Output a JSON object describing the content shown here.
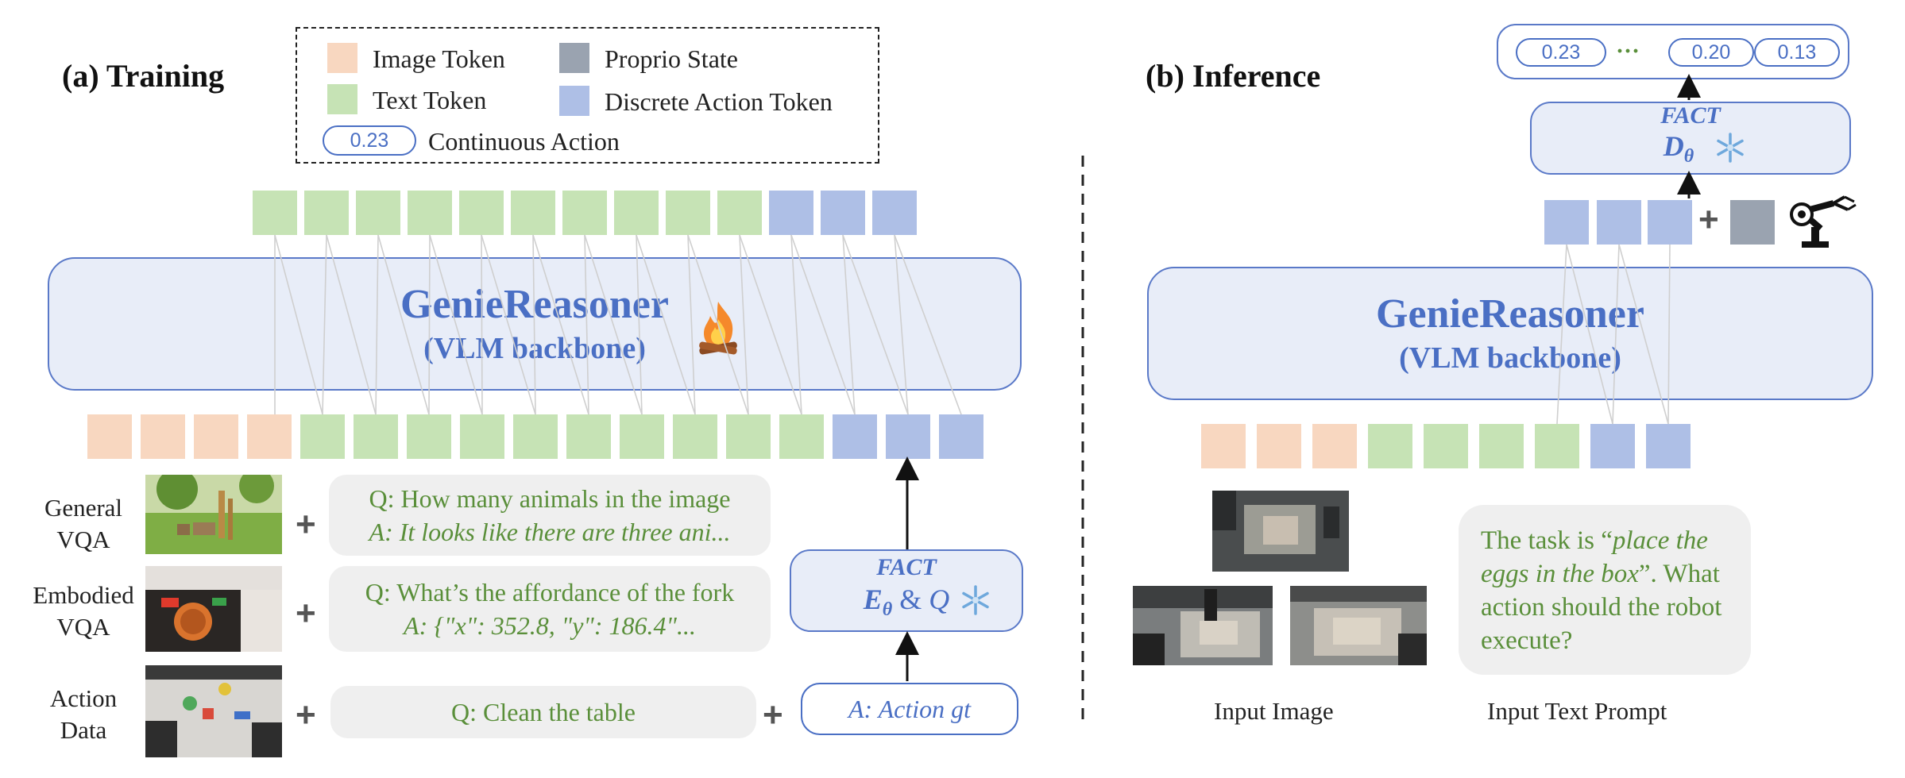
{
  "training": {
    "title": "(a) Training",
    "backbone_title": "GenieReasoner",
    "backbone_subtitle": "(VLM backbone)",
    "rows": [
      {
        "label": "General\nVQA",
        "q": "Q: How many animals in the image",
        "a": "A: It looks like there are three ani..."
      },
      {
        "label": "Embodied\nVQA",
        "q": "Q: What’s the affordance of the fork",
        "a": "A: {\"x\": 352.8, \"y\": 186.4\"..."
      },
      {
        "label": "Action\nData",
        "q": "Q: Clean the table",
        "a": ""
      }
    ],
    "action_gt": "A: Action gt",
    "fact_name": "FACT",
    "fact_encoder": "E",
    "fact_encoder_sub": "θ",
    "fact_amp": "&",
    "fact_q": "Q",
    "plus": "+"
  },
  "legend": {
    "image_token": "Image Token",
    "text_token": "Text Token",
    "proprio_state": "Proprio State",
    "discrete_action_token": "Discrete Action Token",
    "continuous_action": "Continuous Action",
    "sample_value": "0.23"
  },
  "inference": {
    "title": "(b) Inference",
    "backbone_title": "GenieReasoner",
    "backbone_subtitle": "(VLM backbone)",
    "fact_name": "FACT",
    "fact_decoder": "D",
    "fact_decoder_sub": "θ",
    "outputs": [
      "0.23",
      "0.20",
      "0.13"
    ],
    "ellipsis": "···",
    "prompt_pre": "The task is “",
    "prompt_task": "place the eggs in the box",
    "prompt_post": "”. What action should the robot execute?",
    "input_image_label": "Input Image",
    "input_text_label": "Input Text Prompt",
    "plus": "+"
  },
  "colors": {
    "image_token": "#f8d7c0",
    "text_token": "#c6e3b5",
    "action_token": "#aebfe6",
    "proprio": "#9aa3b0",
    "accent_blue": "#4a6fc4",
    "text_green": "#5a8f3a"
  }
}
